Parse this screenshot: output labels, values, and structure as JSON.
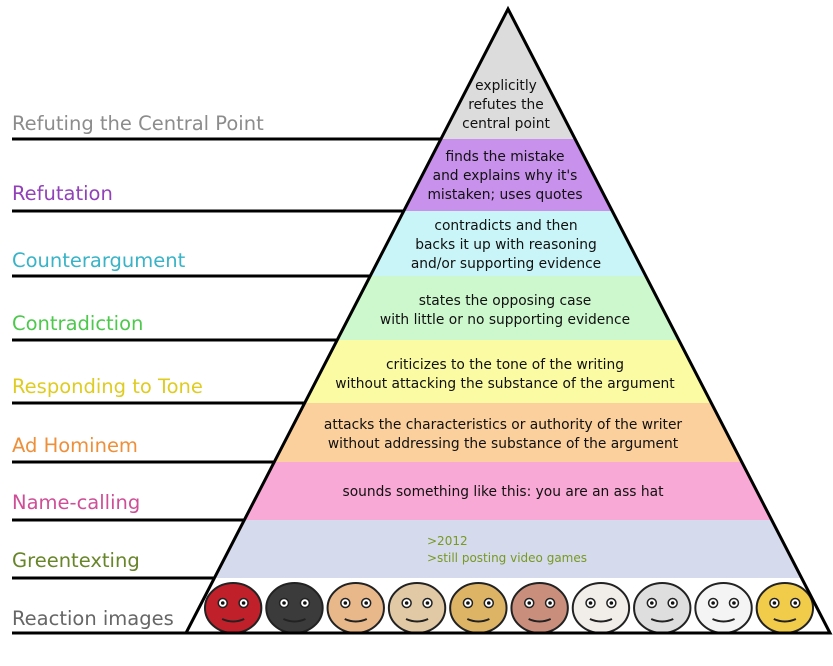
{
  "levels": [
    {
      "name": "Refuting the Central Point",
      "name_color": "#8c8c8c",
      "fill": "#dcdcdc",
      "desc": [
        "explicitly",
        "refutes the",
        "central point"
      ]
    },
    {
      "name": "Refutation",
      "name_color": "#9142b8",
      "fill": "#c891eb",
      "desc": [
        "finds the mistake",
        "and explains why it's",
        "mistaken; uses quotes"
      ]
    },
    {
      "name": "Counterargument",
      "name_color": "#38b3c7",
      "fill": "#c9f5f8",
      "desc": [
        "contradicts and then",
        "backs it up with reasoning",
        "and/or supporting evidence"
      ]
    },
    {
      "name": "Contradiction",
      "name_color": "#4dc84d",
      "fill": "#cdf7cd",
      "desc": [
        "states the opposing case",
        "with little or no supporting evidence"
      ]
    },
    {
      "name": "Responding to Tone",
      "name_color": "#dfcc22",
      "fill": "#fbfba3",
      "desc": [
        "criticizes to the tone of the writing",
        "without attacking the substance of the argument"
      ]
    },
    {
      "name": "Ad Hominem",
      "name_color": "#ee8f3a",
      "fill": "#fbd09d",
      "desc": [
        "attacks the characteristics or authority of the writer",
        "without addressing the substance of the argument"
      ]
    },
    {
      "name": "Name-calling",
      "name_color": "#cf4f97",
      "fill": "#f9a9d5",
      "desc": [
        "sounds something like this: you are an ass hat"
      ]
    },
    {
      "name": "Greentexting",
      "name_color": "#68852a",
      "fill": "#d5daec",
      "desc": [
        ">2012",
        ">still posting video games"
      ],
      "desc_color": "#789922"
    },
    {
      "name": "Reaction images",
      "name_color": "#666666",
      "fill": "#ffffff",
      "desc": [],
      "faces": [
        {
          "name": "deadpool-face",
          "color": "#c0202a"
        },
        {
          "name": "masked-face",
          "color": "#3b3b3b"
        },
        {
          "name": "glasses-face-1",
          "color": "#e8b88a"
        },
        {
          "name": "rage-face",
          "color": "#e0c9a4"
        },
        {
          "name": "sunglasses-face",
          "color": "#ddb466"
        },
        {
          "name": "angry-face",
          "color": "#c98f7c"
        },
        {
          "name": "clown-face",
          "color": "#f1eeea"
        },
        {
          "name": "pale-face",
          "color": "#dedede"
        },
        {
          "name": "meme-face",
          "color": "#f4f4f4"
        },
        {
          "name": "mustache-face",
          "color": "#f1cb4a"
        }
      ]
    }
  ]
}
